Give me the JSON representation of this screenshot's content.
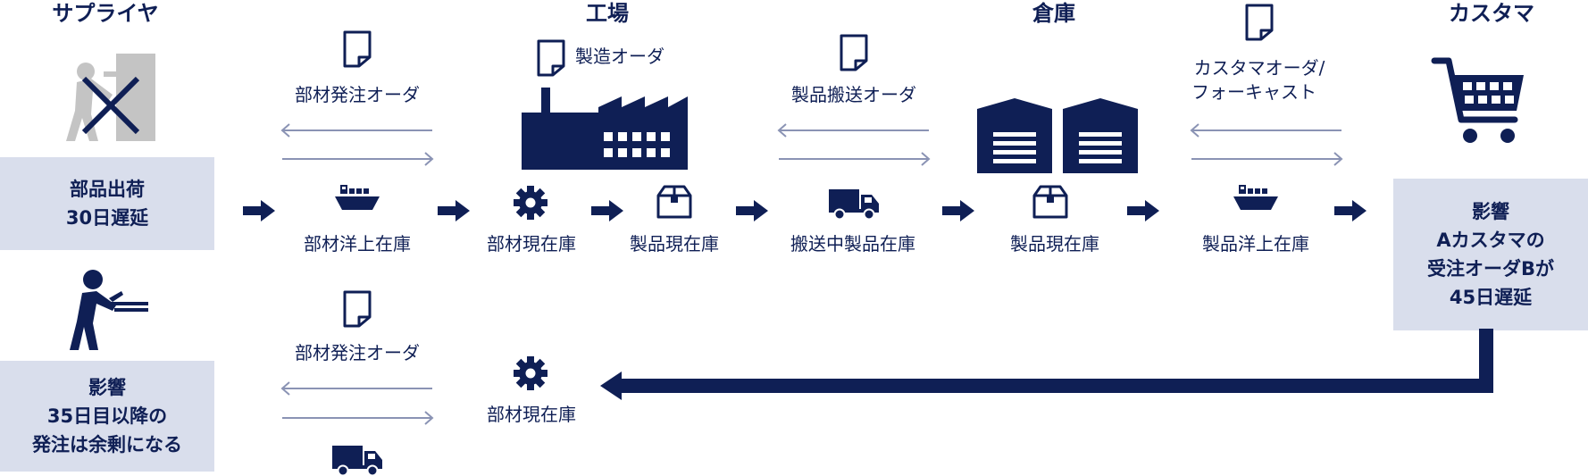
{
  "colors": {
    "navy": "#0f1f55",
    "box_bg": "#d9deec",
    "thin_arrow": "#8a93b4",
    "gray_icon": "#c4c4c4"
  },
  "headers": {
    "supplier": "サプライヤ",
    "factory": "工場",
    "warehouse": "倉庫",
    "customer": "カスタマ"
  },
  "orders": {
    "parts_order_top": "部材発注オーダ",
    "manufacturing_order": "製造オーダ",
    "product_transport_order": "製品搬送オーダ",
    "customer_order_line1": "カスタマオーダ/",
    "customer_order_line2": "フォーキャスト",
    "parts_order_bottom": "部材発注オーダ"
  },
  "inventory": {
    "parts_at_sea": "部材洋上在庫",
    "parts_on_hand": "部材現在庫",
    "products_on_hand_factory": "製品現在庫",
    "products_in_transit": "搬送中製品在庫",
    "products_on_hand_warehouse": "製品現在庫",
    "products_at_sea": "製品洋上在庫",
    "parts_on_hand_bottom": "部材現在庫"
  },
  "boxes": {
    "parts_shipment": [
      "部品出荷",
      "30日遅延"
    ],
    "impact_supplier": [
      "影響",
      "35日目以降の",
      "発注は余剰になる"
    ],
    "impact_customer": [
      "影響",
      "Aカスタマの",
      "受注オーダBが",
      "45日遅延"
    ]
  },
  "icons": {
    "stopped_worker": "stopped-worker-icon",
    "working_worker": "working-worker-icon",
    "document": "document-icon",
    "factory": "factory-icon",
    "warehouse": "warehouse-icon",
    "cart": "shopping-cart-icon",
    "ship": "cargo-ship-icon",
    "gear": "gear-icon",
    "box": "package-icon",
    "truck": "truck-icon"
  }
}
